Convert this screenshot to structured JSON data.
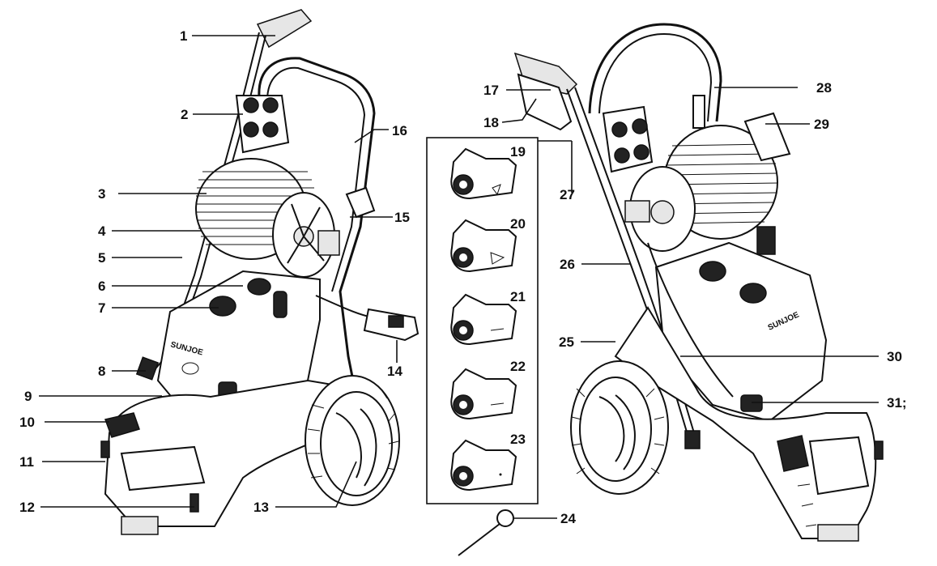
{
  "callouts": {
    "c1": "1",
    "c2": "2",
    "c3": "3",
    "c4": "4",
    "c5": "5",
    "c6": "6",
    "c7": "7",
    "c8": "8",
    "c9": "9",
    "c10": "10",
    "c11": "11",
    "c12": "12",
    "c13": "13",
    "c14": "14",
    "c15": "15",
    "c16": "16",
    "c17": "17",
    "c18": "18",
    "c19": "19",
    "c20": "20",
    "c21": "21",
    "c22": "22",
    "c23": "23",
    "c24": "24",
    "c25": "25",
    "c26": "26",
    "c27": "27",
    "c28": "28",
    "c29": "29",
    "c30": "30",
    "c31": "31;"
  },
  "brand": {
    "left": "SUNJOE",
    "right": "SUNJOE"
  }
}
